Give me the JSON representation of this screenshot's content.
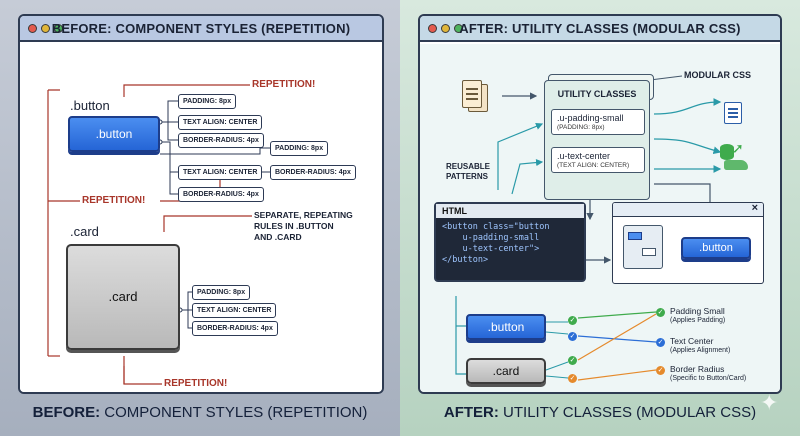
{
  "left": {
    "window_title": "BEFORE: COMPONENT STYLES (REPETITION)",
    "button_label_title": ".button",
    "button_text": ".button",
    "button_props": [
      "PADDING: 8px",
      "TEXT ALIGN: CENTER",
      "BORDER-RADIUS: 4px"
    ],
    "repeat_props": {
      "padding": "PADDING: 8px",
      "text_align": "TEXT ALIGN: CENTER",
      "border_radius": "BORDER-RADIUS: 4px",
      "border_radius_2": "BORDER-RADIUS: 4px"
    },
    "repetition_top": "REPETITION!",
    "repetition_mid": "REPETITION!",
    "repetition_bottom": "REPETITION!",
    "separate_note": [
      "SEPARATE, REPEATING",
      "RULES IN .BUTTON",
      "AND .CARD"
    ],
    "card_label_title": ".card",
    "card_text": ".card",
    "card_props": [
      "PADDING: 8px",
      "TEXT ALIGN: CENTER",
      "BORDER-RADIUS: 4px"
    ],
    "caption_bold": "BEFORE:",
    "caption_rest": " COMPONENT STYLES (REPETITION)"
  },
  "right": {
    "window_title": "AFTER: UTILITY CLASSES (MODULAR CSS)",
    "modular_css": "MODULAR CSS",
    "utility_classes": "UTILITY CLASSES",
    "util_1": {
      "name": ".u-padding-small",
      "sub": "(PADDING: 8px)"
    },
    "util_2": {
      "name": ".u-text-center",
      "sub": "(TEXT ALIGN: CENTER)"
    },
    "reusable": [
      "REUSABLE",
      "PATTERNS"
    ],
    "code_title": "HTML",
    "code_lines": [
      "<button class=\"button",
      "    u-padding-small",
      "    u-text-center\">",
      "</button>"
    ],
    "mini_close": "×",
    "mini_button": ".button",
    "button_text": ".button",
    "card_text": ".card",
    "legend": [
      {
        "title": "Padding Small",
        "sub": "(Applies Padding)"
      },
      {
        "title": "Text Center",
        "sub": "(Applies Alignment)"
      },
      {
        "title": "Border Radius",
        "sub": "(Specific to Button/Card)"
      }
    ],
    "caption_bold": "AFTER:",
    "caption_rest": " UTILITY CLASSES (MODULAR CSS)",
    "colors": {
      "green": "#3fab4c",
      "blue": "#2c6ed6",
      "orange": "#e58a2c"
    }
  }
}
